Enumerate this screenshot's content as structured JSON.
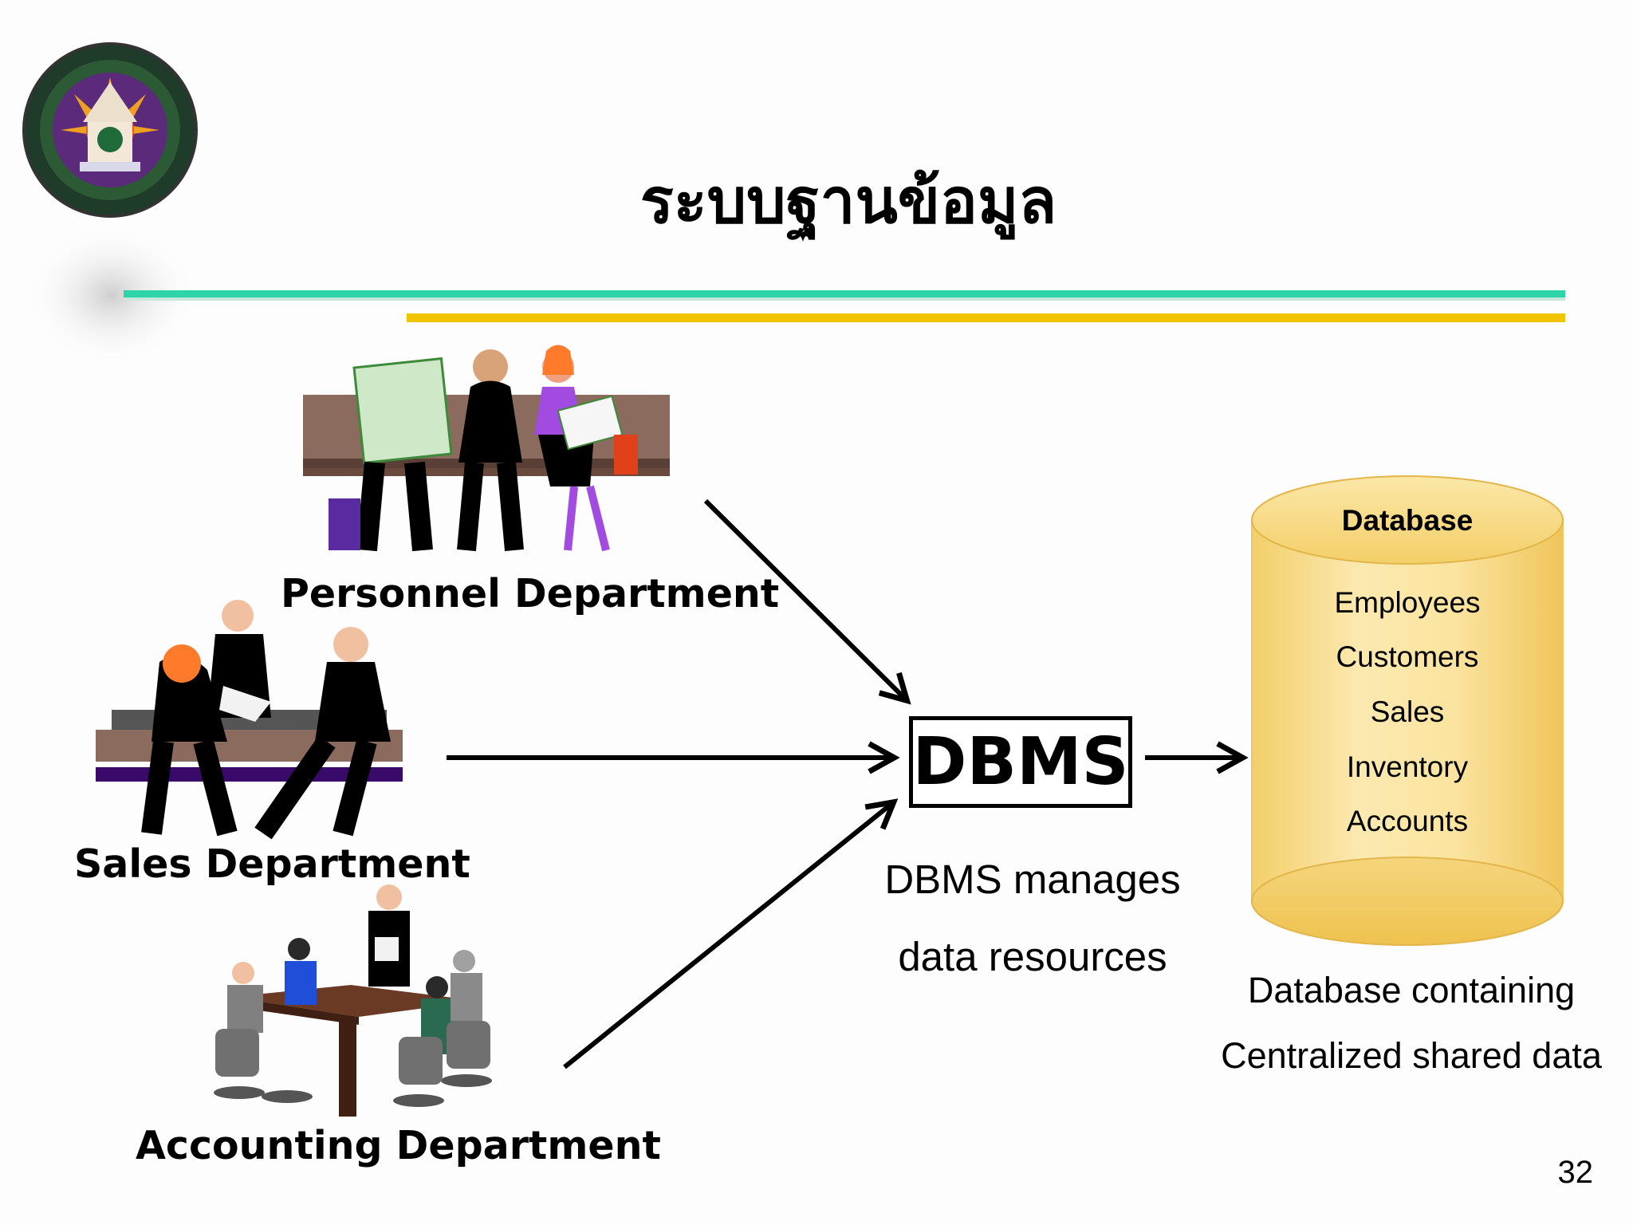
{
  "slide": {
    "title": "ระบบฐานข้อมูล",
    "page_number": "32"
  },
  "departments": [
    {
      "id": "personnel",
      "label": "Personnel Department"
    },
    {
      "id": "sales",
      "label": "Sales Department"
    },
    {
      "id": "accounting",
      "label": "Accounting Department"
    }
  ],
  "dbms": {
    "label": "DBMS",
    "caption_line1": "DBMS manages",
    "caption_line2": "data resources"
  },
  "database": {
    "title": "Database",
    "items": [
      "Employees",
      "Customers",
      "Sales",
      "Inventory",
      "Accounts"
    ],
    "caption_line1": "Database containing",
    "caption_line2": "Centralized shared data"
  },
  "colors": {
    "rule_teal": "#2dd4a7",
    "rule_yellow": "#f2c400",
    "cylinder_fill": "#f6d77a",
    "cylinder_edge": "#e2b64a",
    "bench_brown": "#8b6b5e"
  }
}
